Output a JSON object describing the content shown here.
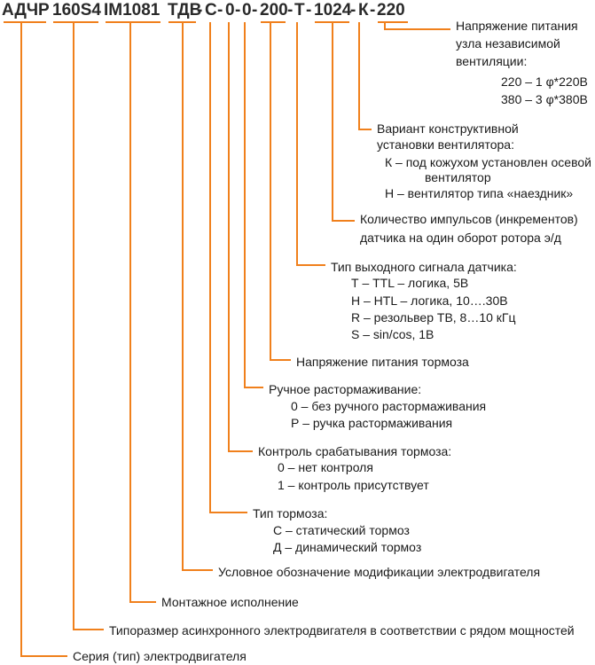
{
  "accent_color": "#f0801c",
  "code": {
    "series": "АДЧР",
    "frame": "160S4",
    "mount": "IM1081",
    "mod": "ТДВ",
    "d1": "-",
    "brake_type": "С",
    "d2": "-",
    "brake_control": "0",
    "d3": "-",
    "manual_release": "0",
    "d4": "-",
    "brake_voltage": "200",
    "d5": "-",
    "signal_type": "Т",
    "d6": "-",
    "pulses": "1024",
    "d7": "-",
    "fan_variant": "К",
    "d8": "-",
    "fan_voltage": "220"
  },
  "labels": {
    "fan_voltage": {
      "lines": [
        "Напряжение питания",
        "узла независимой",
        "вентиляции:"
      ],
      "items": [
        "220 – 1 φ*220В",
        "380 – 3 φ*380В"
      ]
    },
    "fan_variant": {
      "lines": [
        "Вариант конструктивной",
        "установки вентилятора:"
      ],
      "items": [
        "К – под кожухом установлен осевой",
        "вентилятор",
        "Н – вентилятор типа «наездник»"
      ]
    },
    "pulses": {
      "lines": [
        "Количество импульсов (инкрементов)",
        "датчика  на один оборот ротора э/д"
      ]
    },
    "signal_type": {
      "lines": [
        "Тип выходного сигнала датчика:"
      ],
      "items": [
        "Т – TTL – логика, 5В",
        "Н – HTL – логика, 10….30В",
        "R – резольвер ТВ, 8…10 кГц",
        "S – sin/cos, 1В"
      ]
    },
    "brake_voltage": {
      "lines": [
        "Напряжение питания тормоза"
      ]
    },
    "manual_release": {
      "lines": [
        "Ручное растормаживание:"
      ],
      "items": [
        "0 – без ручного растормаживания",
        "Р – ручка растормаживания"
      ]
    },
    "brake_control": {
      "lines": [
        "Контроль срабатывания тормоза:"
      ],
      "items": [
        "0 – нет контроля",
        "1 – контроль присутствует"
      ]
    },
    "brake_type": {
      "lines": [
        "Тип тормоза:"
      ],
      "items": [
        "С – статический тормоз",
        "Д – динамический тормоз"
      ]
    },
    "mod": {
      "lines": [
        "Условное обозначение модификации электродвигателя"
      ]
    },
    "mount": {
      "lines": [
        "Монтажное исполнение"
      ]
    },
    "frame": {
      "lines": [
        "Типоразмер асинхронного электродвигателя в соответствии с рядом мощностей"
      ]
    },
    "series": {
      "lines": [
        "Серия (тип) электродвигателя"
      ]
    }
  }
}
